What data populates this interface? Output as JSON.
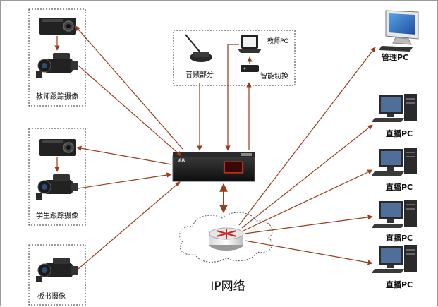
{
  "labels": {
    "teacher_camera": "教师跟踪摄像",
    "student_camera": "学生跟踪摄像",
    "board_camera": "板书摄像",
    "audio": "音频部分",
    "teacher_pc": "教师PC",
    "smart_switch": "智能切换",
    "admin_pc": "管理PC",
    "live_pc": "直播PC",
    "network": "IP网络"
  },
  "colors": {
    "connector": "#9b3a1c",
    "group_border": "#333333",
    "device_dark": "#1c1c1c",
    "router_red": "#cc2222"
  },
  "icons": [
    "projector-icon",
    "video-camera-icon",
    "microphone-icon",
    "laptop-icon",
    "switch-box-icon",
    "recording-server-icon",
    "router-icon",
    "cloud-icon",
    "monitor-icon",
    "desktop-pc-icon"
  ]
}
